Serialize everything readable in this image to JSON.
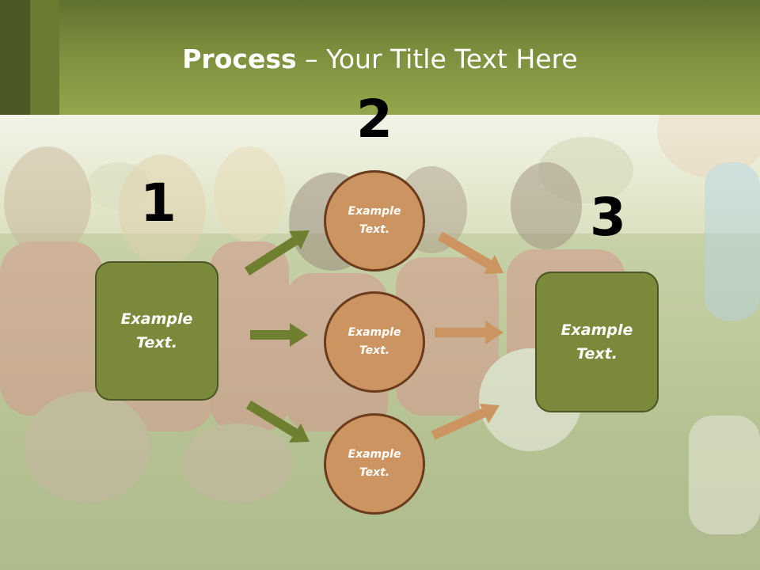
{
  "slide": {
    "title_bold": "Process",
    "title_rest": " – Your Title Text Here",
    "steps": {
      "one": {
        "number": "1",
        "box_text": "Example\nText."
      },
      "two": {
        "number": "2",
        "circles": [
          "Example\nText.",
          "Example\nText.",
          "Example\nText."
        ]
      },
      "three": {
        "number": "3",
        "box_text": "Example\nText."
      }
    }
  },
  "colors": {
    "header": "#7d8f3e",
    "box_fill": "#7b8a3a",
    "circle_fill": "#cc9460",
    "arrow_green": "#6f7f30",
    "arrow_orange": "#cc9460"
  }
}
